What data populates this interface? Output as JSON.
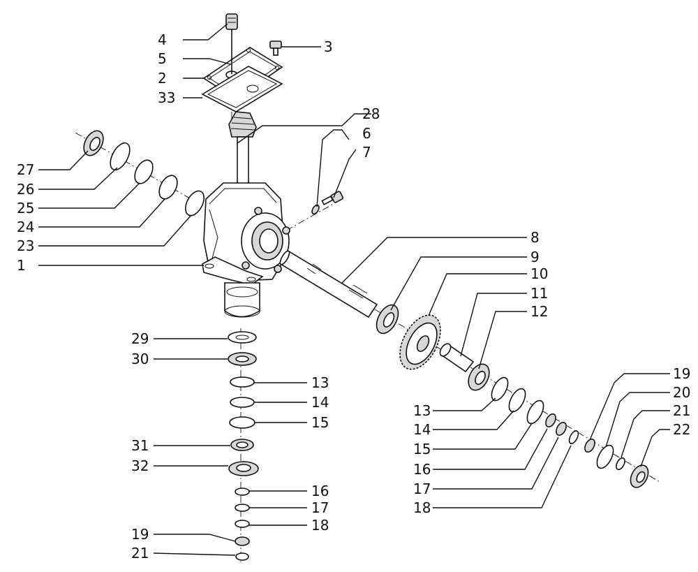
{
  "parts": [
    {
      "label": "1"
    },
    {
      "label": "2"
    },
    {
      "label": "3"
    },
    {
      "label": "4"
    },
    {
      "label": "5"
    },
    {
      "label": "6"
    },
    {
      "label": "7"
    },
    {
      "label": "8"
    },
    {
      "label": "9"
    },
    {
      "label": "10"
    },
    {
      "label": "11"
    },
    {
      "label": "12"
    },
    {
      "label": "13"
    },
    {
      "label": "14"
    },
    {
      "label": "15"
    },
    {
      "label": "16"
    },
    {
      "label": "17"
    },
    {
      "label": "18"
    },
    {
      "label": "19"
    },
    {
      "label": "20"
    },
    {
      "label": "21"
    },
    {
      "label": "22"
    },
    {
      "label": "23"
    },
    {
      "label": "24"
    },
    {
      "label": "25"
    },
    {
      "label": "26"
    },
    {
      "label": "27"
    },
    {
      "label": "28"
    },
    {
      "label": "29"
    },
    {
      "label": "30"
    },
    {
      "label": "31"
    },
    {
      "label": "32"
    },
    {
      "label": "33"
    }
  ]
}
